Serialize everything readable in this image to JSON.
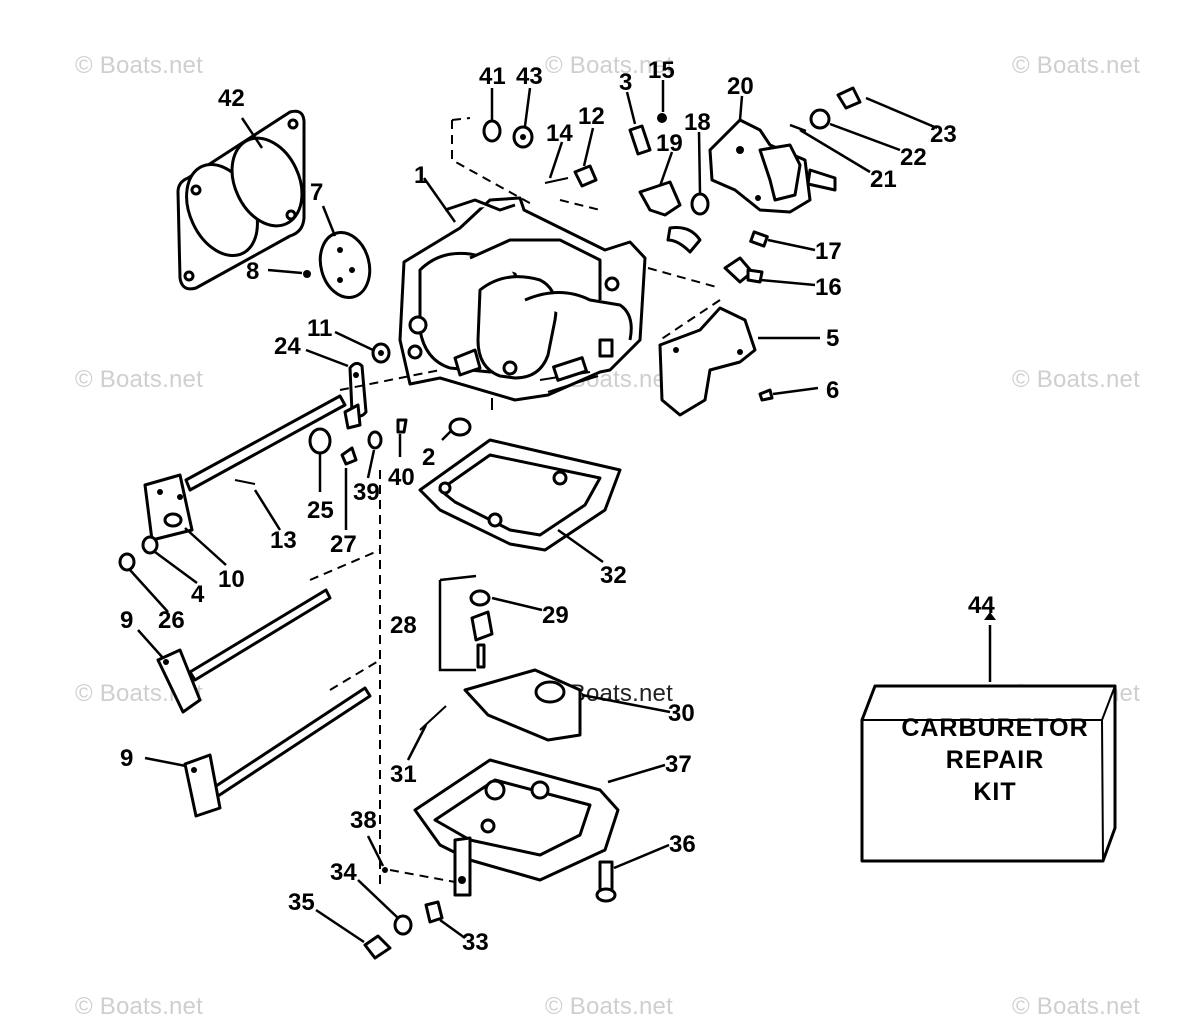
{
  "title": "",
  "watermark": "© Boats.net",
  "callouts": [
    "1",
    "2",
    "3",
    "4",
    "5",
    "6",
    "7",
    "8",
    "9",
    "9",
    "10",
    "11",
    "12",
    "13",
    "14",
    "15",
    "16",
    "17",
    "18",
    "19",
    "20",
    "21",
    "22",
    "23",
    "24",
    "25",
    "26",
    "27",
    "28",
    "29",
    "30",
    "31",
    "32",
    "33",
    "34",
    "35",
    "36",
    "37",
    "38",
    "39",
    "40",
    "41",
    "42",
    "43",
    "44"
  ],
  "kit": {
    "line1": "CARBURETOR",
    "line2": "REPAIR",
    "line3": "KIT"
  },
  "colors": {
    "ink": "#000000",
    "paper": "#ffffff",
    "watermark": "#cfcfcf"
  }
}
